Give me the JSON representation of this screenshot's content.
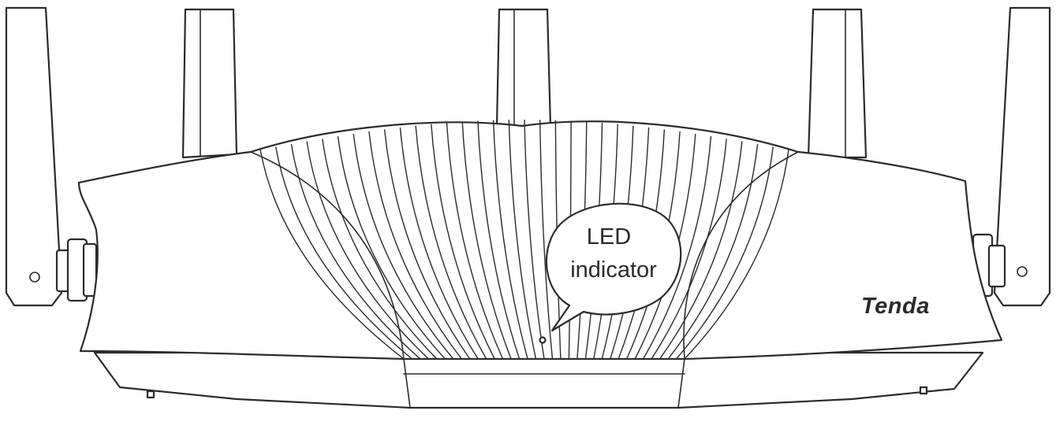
{
  "callout": {
    "line1": "LED",
    "line2": "indicator"
  },
  "brand": {
    "logo_text": "Tenda"
  }
}
